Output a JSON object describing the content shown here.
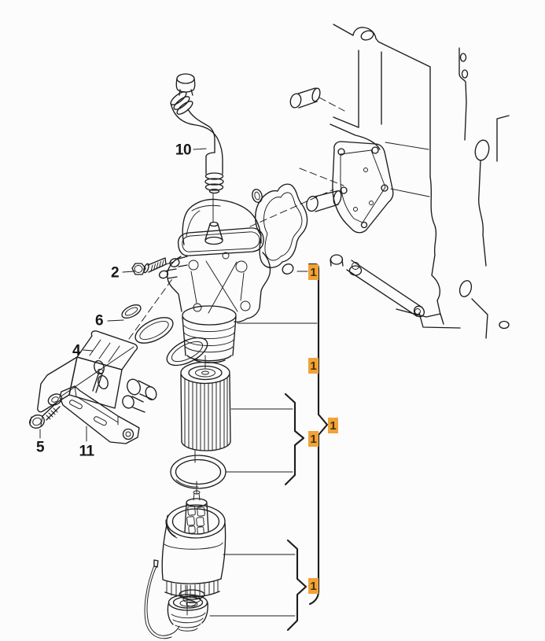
{
  "diagram": {
    "background_color": "#fcfcfd",
    "line_color": "#1c1c1c",
    "highlight": {
      "bg": "#f1a237",
      "fg": "#42300a"
    },
    "part_labels": [
      {
        "text": "10"
      },
      {
        "text": "2"
      },
      {
        "text": "6"
      },
      {
        "text": "4"
      },
      {
        "text": "5"
      },
      {
        "text": "11"
      }
    ],
    "highlight_badges": [
      {
        "text": "1"
      },
      {
        "text": "1"
      },
      {
        "text": "1"
      },
      {
        "text": "1"
      },
      {
        "text": "1"
      }
    ]
  }
}
